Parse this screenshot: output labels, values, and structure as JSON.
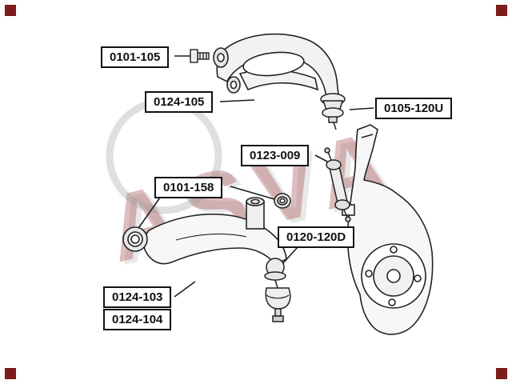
{
  "watermark": "ASVA",
  "parts": {
    "p0101_105": "0101-105",
    "p0124_105": "0124-105",
    "p0105_120u": "0105-120U",
    "p0123_009": "0123-009",
    "p0101_158": "0101-158",
    "p0120_120d": "0120-120D",
    "p0124_103": "0124-103",
    "p0124_104": "0124-104"
  },
  "colors": {
    "line": "#1d1d1d",
    "label_border": "#111111",
    "watermark_red": "#a55252",
    "corner_marker": "#7b1b1b"
  }
}
